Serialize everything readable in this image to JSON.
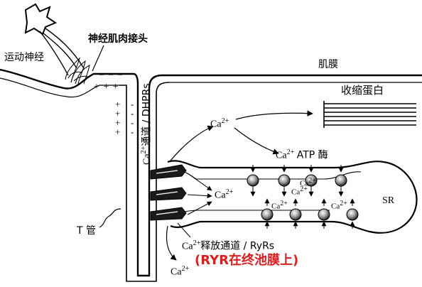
{
  "labels": {
    "motor_nerve": "运动神经",
    "nmj": "神经肌肉接头",
    "membrane": "肌膜",
    "contractile": "收缩蛋白",
    "ca_top": "Ca",
    "ca_top_sup": "2+",
    "ca_atpase_ca": "Ca",
    "ca_atpase_sup": "2+",
    "ca_atpase": "ATP 酶",
    "ca_mid": "Ca",
    "ca_mid_sup": "2+",
    "sr": "SR",
    "t_tubule": "T 管",
    "release_ca": "Ca",
    "release_sup": "2+",
    "release_channel": "释放通道 / RyRs",
    "ryr_note": "(RYR在终池膜上)",
    "ca_bottom": "Ca",
    "ca_bottom_sup": "2+",
    "channel_ca": "Ca",
    "channel_sup": "2+",
    "channel_text": "通道 / DHPRs",
    "sr_ca_1": "Ca",
    "sr_ca_1_sup": "2+",
    "sr_ca_2": "Ca",
    "sr_ca_2_sup": "2+",
    "sr_ca_3": "Ca",
    "sr_ca_3_sup": "2+",
    "sr_ca_4": "Ca",
    "sr_ca_4_sup": "2+"
  },
  "charges": {
    "minus_top": "_ _ _",
    "plus_top": "+ + +",
    "plus_col": "+\n+\n+\n+",
    "minus_col": "-\n-\n-\n-"
  },
  "colors": {
    "ink": "#000000",
    "note_red": "#d81e1e",
    "background": "#ffffff"
  }
}
